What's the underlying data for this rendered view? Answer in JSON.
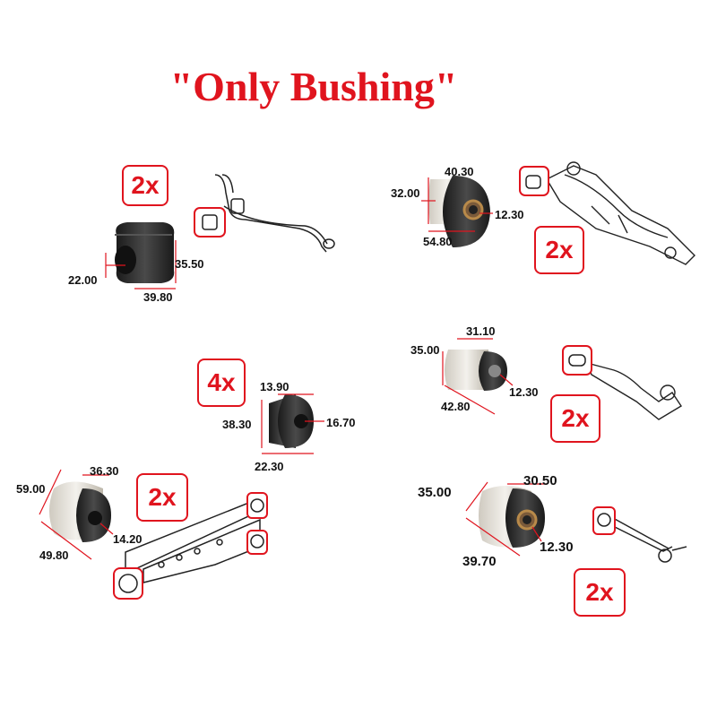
{
  "title": "\"Only Bushing\"",
  "colors": {
    "accent": "#e0141e",
    "rubber": "#2b2b2b",
    "light_bushing": "#e6e3dc"
  },
  "icons": [
    "bushing-icon",
    "suspension-arm-icon",
    "stabilizer-bar-icon",
    "trailing-arm-icon",
    "control-arm-icon"
  ],
  "panels": {
    "stabilizer": {
      "qty": "2x",
      "dims": {
        "bore": "22.00",
        "height": "35.50",
        "width": "39.80"
      }
    },
    "trailing": {
      "qty": "2x",
      "dims": {
        "top": "40.30",
        "diameter": "32.00",
        "inner": "12.30",
        "length": "54.80"
      }
    },
    "lower_left": {
      "qty": "4x",
      "dims": {
        "top": "13.90",
        "height": "38.30",
        "inner": "16.70",
        "length": "22.30"
      }
    },
    "upper_right": {
      "qty": "2x",
      "dims": {
        "top": "31.10",
        "diameter": "35.00",
        "inner": "12.30",
        "length": "42.80"
      }
    },
    "control_arm": {
      "qty": "2x",
      "dims": {
        "diameter": "59.00",
        "top": "36.30",
        "inner": "14.20",
        "length": "49.80"
      }
    },
    "rear_link": {
      "qty": "2x",
      "dims": {
        "diameter": "35.00",
        "top": "30.50",
        "inner": "12.30",
        "length": "39.70"
      }
    }
  }
}
